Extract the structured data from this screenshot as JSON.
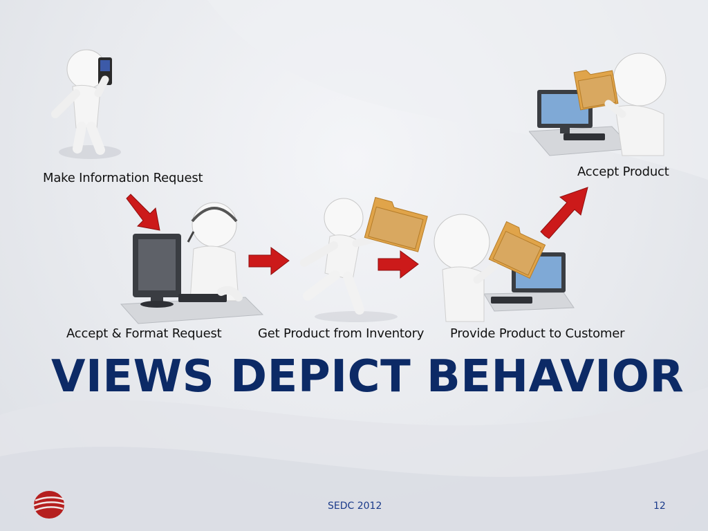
{
  "slide": {
    "title": "VIEWS DEPICT BEHAVIOR",
    "labels": {
      "make_request": "Make Information Request",
      "accept_format": "Accept & Format Request",
      "get_product": "Get Product from Inventory",
      "provide_product": "Provide Product to Customer",
      "accept_product": "Accept Product"
    },
    "footer": {
      "center": "SEDC 2012",
      "page": "12"
    }
  },
  "colors": {
    "title": "#0c2a66",
    "arrow": "#cc1a1a",
    "folder": "#e0a44a",
    "figure": "#f7f7f7",
    "monitor": "#3a3d42",
    "screen": "#7fa9d6"
  },
  "icons": [
    "phone-caller-figure",
    "call-center-operator-figure",
    "running-figure-with-folder",
    "figure-handing-folder",
    "customer-receiving-folder",
    "red-arrow",
    "company-logo"
  ]
}
